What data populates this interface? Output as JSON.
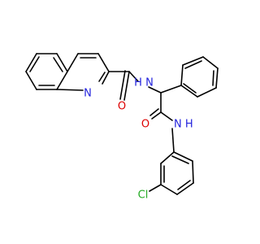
{
  "atoms": {
    "n_quinoline": {
      "text": "N",
      "color": "#2222dd"
    },
    "o_amide1": {
      "text": "O",
      "color": "#dd0000"
    },
    "nh_amide1": {
      "text": "H N",
      "color": "#2222dd"
    },
    "o_amide2": {
      "text": "O",
      "color": "#dd0000"
    },
    "nh_amide2": {
      "text": "N H",
      "color": "#2222dd"
    },
    "cl": {
      "text": "Cl",
      "color": "#22aa22"
    }
  },
  "colors": {
    "bond": "#000000",
    "background": "#ffffff"
  }
}
